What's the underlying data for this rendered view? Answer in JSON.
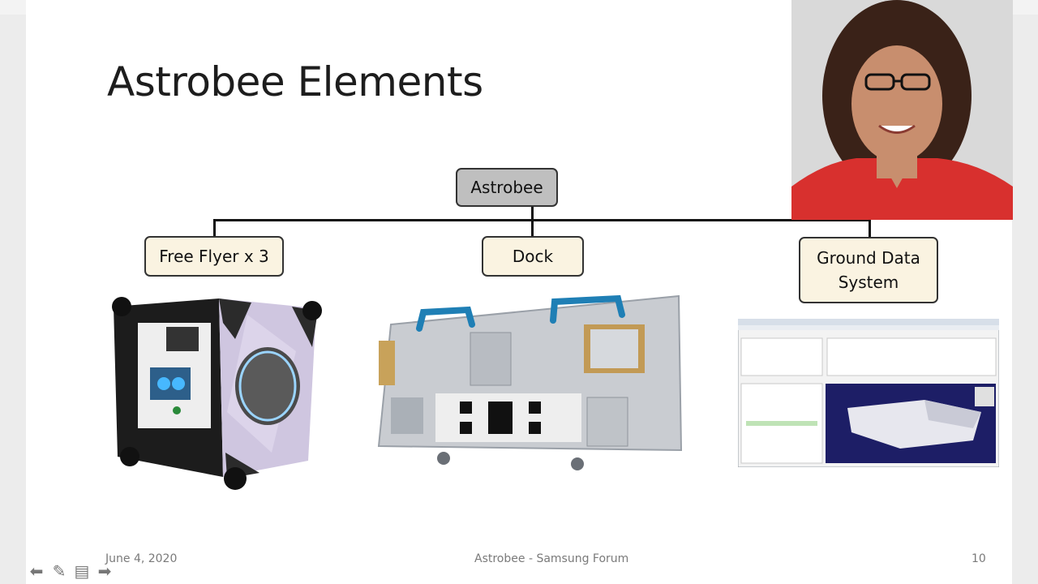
{
  "slide": {
    "title": "Astrobee Elements",
    "root": "Astrobee",
    "children": [
      {
        "label": "Free Flyer x 3"
      },
      {
        "label": "Dock"
      },
      {
        "label_line1": "Ground Data",
        "label_line2": "System"
      }
    ],
    "footer": {
      "date": "June 4, 2020",
      "center": "Astrobee - Samsung Forum",
      "page": "10"
    }
  },
  "icons": {
    "nav": [
      "back-arrow-icon",
      "pen-icon",
      "slide-menu-icon",
      "forward-arrow-icon"
    ]
  },
  "colors": {
    "root_fill": "#bfbfbf",
    "child_fill": "#faf3e1",
    "sweater": "#d8302e"
  }
}
